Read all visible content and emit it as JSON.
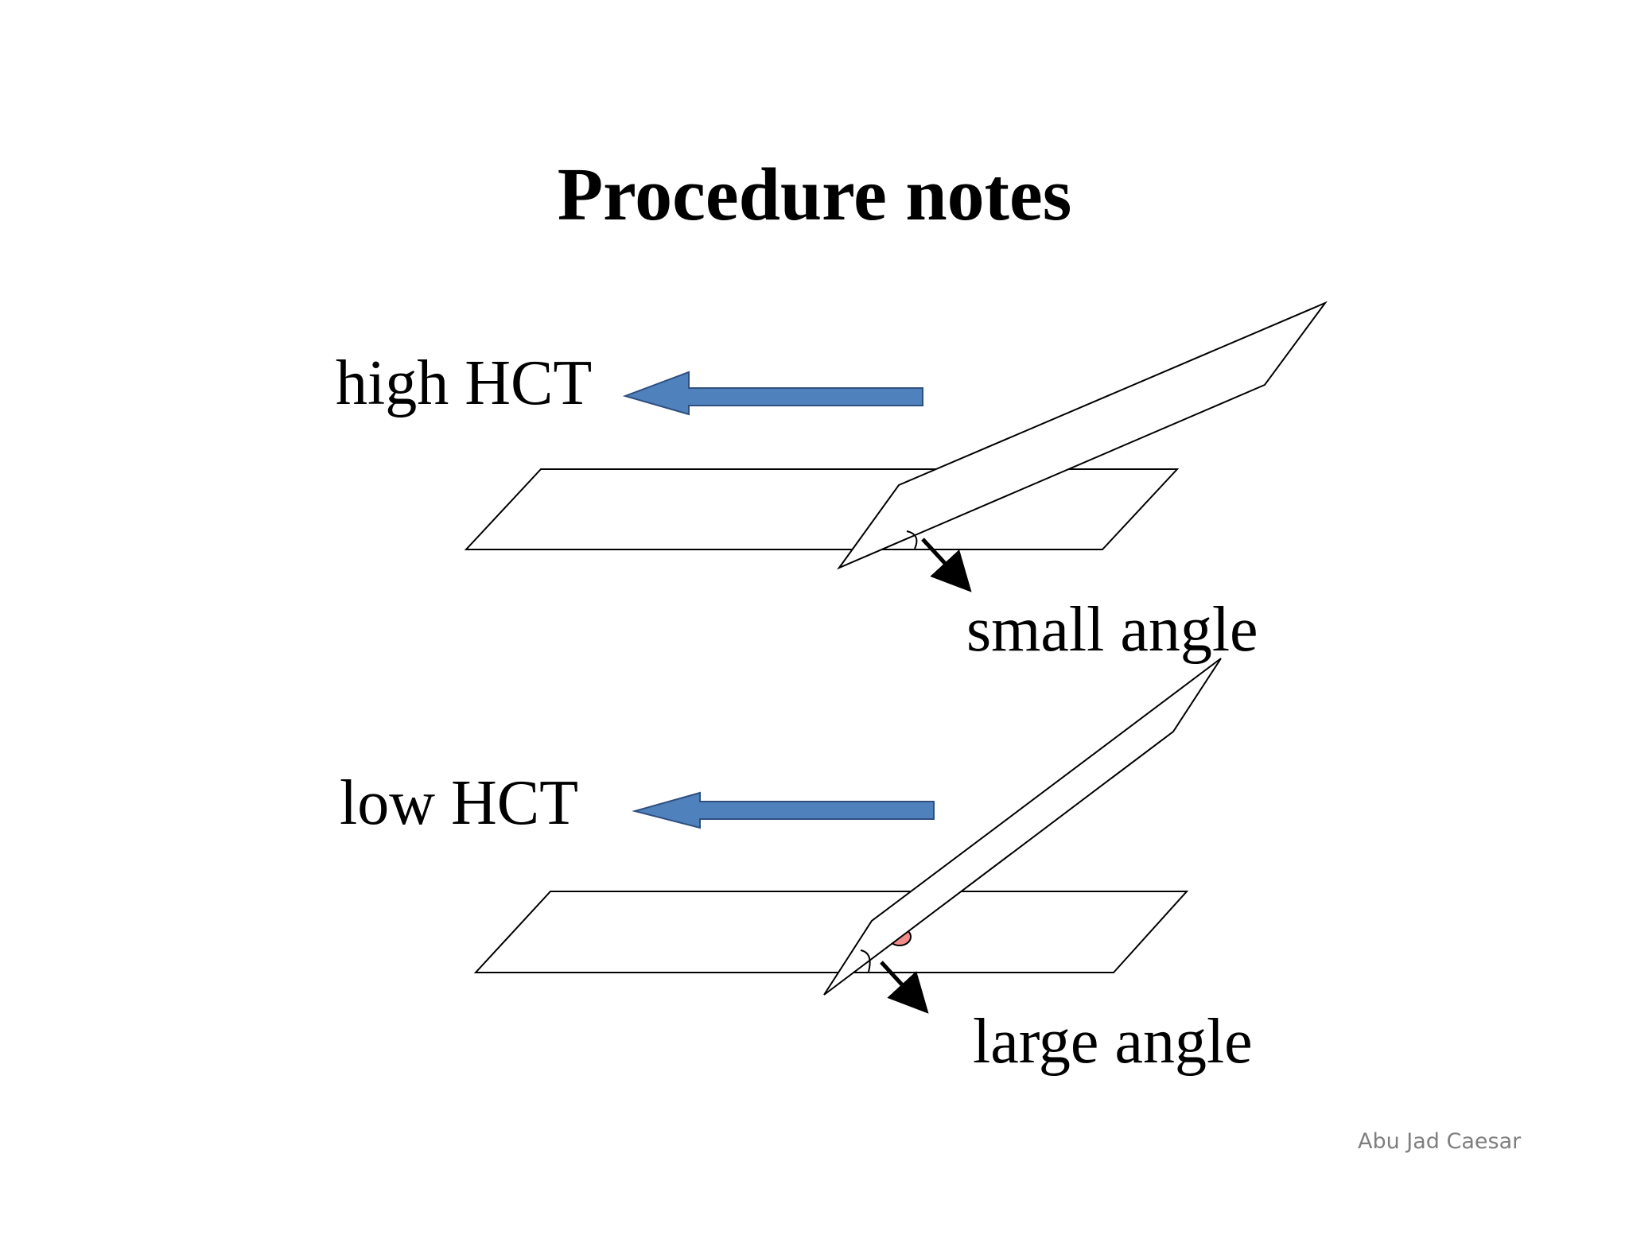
{
  "slide": {
    "title": "Procedure notes",
    "footer": "Abu Jad Caesar"
  },
  "panels": [
    {
      "hct_label": "high HCT",
      "angle_label": "small angle",
      "arrow_color": "#4f81bd",
      "blood_drop_color": "#f28b8b"
    },
    {
      "hct_label": "low HCT",
      "angle_label": "large angle",
      "arrow_color": "#4f81bd",
      "blood_drop_color": "#f28b8b"
    }
  ]
}
